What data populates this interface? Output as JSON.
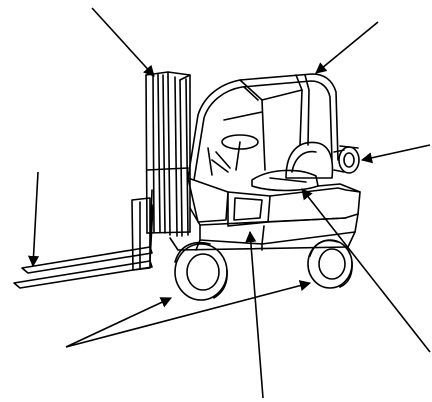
{
  "diagram": {
    "subject": "forklift-illustration",
    "labels": [],
    "callout_arrows": [
      "arrow-mast",
      "arrow-overhead-guard",
      "arrow-counterweight-cylinder",
      "arrow-forks",
      "arrow-wheels-front",
      "arrow-wheels-rear",
      "arrow-chassis",
      "arrow-seat"
    ],
    "colors": {
      "line": "#000000",
      "background": "#ffffff"
    }
  }
}
